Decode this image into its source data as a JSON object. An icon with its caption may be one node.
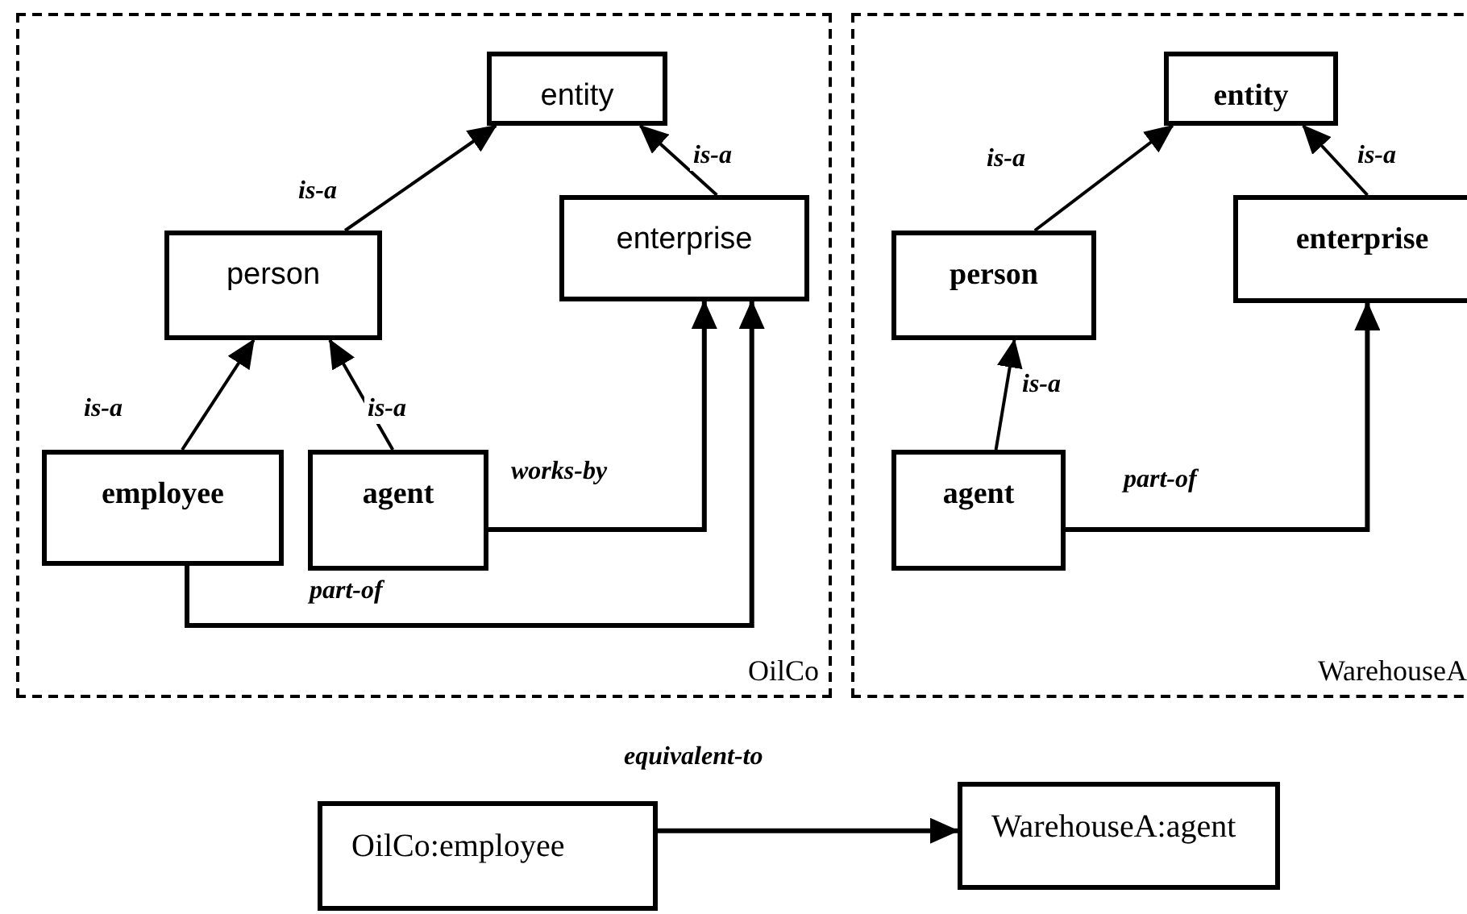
{
  "diagram": {
    "nodes": [
      {
        "text": [
          "OilCo"
        ]
      },
      {
        "text": [
          "entity"
        ],
        "in": 0
      },
      {
        "text": [
          "person"
        ],
        "in": 0
      },
      {
        "text": [
          "enterprise"
        ],
        "in": 0
      },
      {
        "text": [
          "employee"
        ],
        "in": 0
      },
      {
        "text": [
          "agent"
        ],
        "in": 0
      },
      {
        "text": [
          "WarehouseA"
        ]
      },
      {
        "text": [
          "entity"
        ],
        "in": 6
      },
      {
        "text": [
          "person"
        ],
        "in": 6
      },
      {
        "text": [
          "enterprise"
        ],
        "in": 6
      },
      {
        "text": [
          "agent"
        ],
        "in": 6
      },
      {
        "text": [
          "OilCo:employee"
        ]
      },
      {
        "text": [
          "WarehouseA:agent"
        ]
      }
    ],
    "edges": [
      {
        "from": 2,
        "to": 1,
        "arrow": "to",
        "label": "is-a"
      },
      {
        "from": 3,
        "to": 1,
        "arrow": "to",
        "label": "is-a"
      },
      {
        "from": 4,
        "to": 2,
        "arrow": "to",
        "label": "is-a"
      },
      {
        "from": 5,
        "to": 2,
        "arrow": "to",
        "label": "is-a"
      },
      {
        "from": 5,
        "to": 3,
        "arrow": "to",
        "label": "works-by"
      },
      {
        "from": 4,
        "to": 3,
        "arrow": "to",
        "label": "part-of"
      },
      {
        "from": 8,
        "to": 7,
        "arrow": "to",
        "label": "is-a"
      },
      {
        "from": 9,
        "to": 7,
        "arrow": "to",
        "label": "is-a"
      },
      {
        "from": 10,
        "to": 8,
        "arrow": "to",
        "label": "is-a"
      },
      {
        "from": 10,
        "to": 9,
        "arrow": "to",
        "label": "part-of"
      },
      {
        "from": 11,
        "to": 12,
        "arrow": "to",
        "label": "equivalent-to"
      }
    ]
  }
}
